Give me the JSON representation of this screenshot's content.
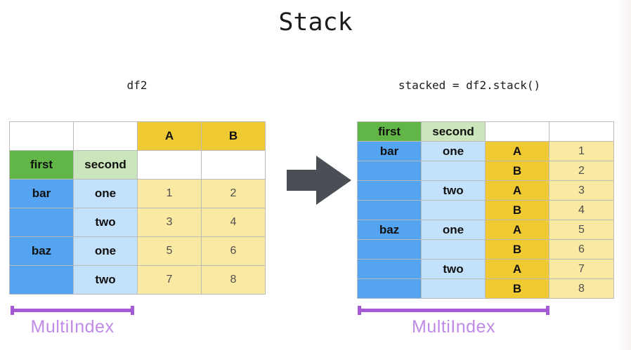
{
  "title": "Stack",
  "left": {
    "caption": "df2",
    "rows": [
      [
        "",
        "",
        "A",
        "B"
      ],
      [
        "first",
        "second",
        "",
        ""
      ],
      [
        "bar",
        "one",
        "1",
        "2"
      ],
      [
        "",
        "two",
        "3",
        "4"
      ],
      [
        "baz",
        "one",
        "5",
        "6"
      ],
      [
        "",
        "two",
        "7",
        "8"
      ]
    ],
    "bracket_label": "MultiIndex"
  },
  "right": {
    "caption": "stacked = df2.stack()",
    "rows": [
      [
        "first",
        "second",
        "",
        ""
      ],
      [
        "bar",
        "one",
        "A",
        "1"
      ],
      [
        "",
        "",
        "B",
        "2"
      ],
      [
        "",
        "two",
        "A",
        "3"
      ],
      [
        "",
        "",
        "B",
        "4"
      ],
      [
        "baz",
        "one",
        "A",
        "5"
      ],
      [
        "",
        "",
        "B",
        "6"
      ],
      [
        "",
        "two",
        "A",
        "7"
      ],
      [
        "",
        "",
        "B",
        "8"
      ]
    ],
    "bracket_label": "MultiIndex"
  },
  "icons": {
    "transform_arrow": "right-arrow"
  },
  "palette": {
    "green": "#62b547",
    "light_green": "#cbe6bc",
    "blue": "#54a4f1",
    "light_blue": "#c3e1fa",
    "gold": "#f0ca33",
    "light_yellow": "#f9e9a2",
    "grid": "#bbbbbb",
    "arrow": "#4a4f56",
    "bracket": "#a55ad5",
    "multiindex_text": "#be8be7",
    "text_dark": "#111111",
    "text_value": "#4f4f4f"
  }
}
